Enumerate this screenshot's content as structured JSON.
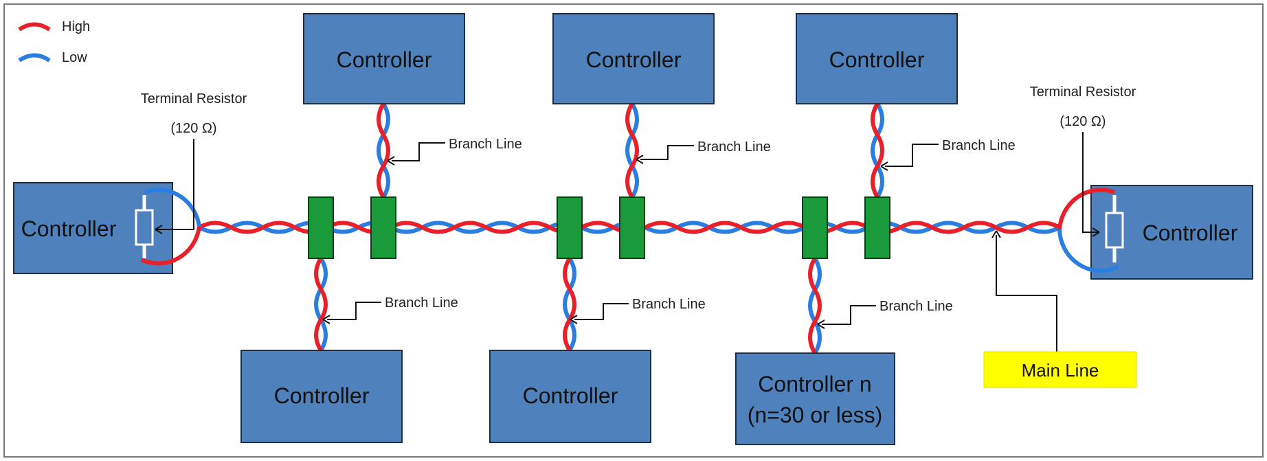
{
  "legend": {
    "high": {
      "label": "High",
      "color": "#e8202a"
    },
    "low": {
      "label": "Low",
      "color": "#2a7de1"
    }
  },
  "controllers": {
    "left": "Controller",
    "right": "Controller",
    "top_1": "Controller",
    "top_2": "Controller",
    "top_3": "Controller",
    "bottom_1": "Controller",
    "bottom_2": "Controller",
    "bottom_3_line1": "Controller n",
    "bottom_3_line2": "(n=30 or less)"
  },
  "terminal_resistor": {
    "label": "Terminal Resistor",
    "value": "(120 Ω)"
  },
  "branch_line_label": "Branch Line",
  "main_line_label": "Main Line",
  "colors": {
    "controller_fill": "#4f81bd",
    "tap_fill": "#1a9a3a",
    "main_line_highlight": "#ffff00"
  }
}
